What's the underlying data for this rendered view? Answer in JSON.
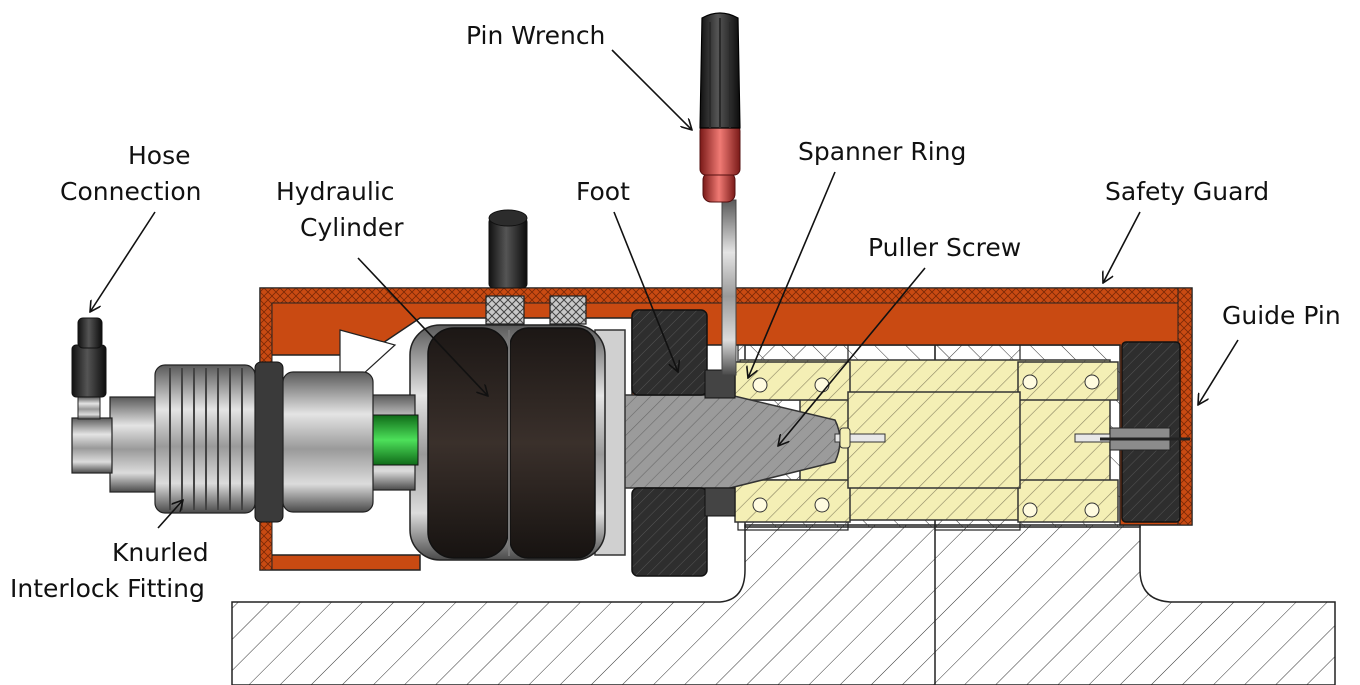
{
  "labels": {
    "pin_wrench": "Pin Wrench",
    "hose_connection_line1": "Hose",
    "hose_connection_line2": "Connection",
    "hydraulic_cylinder_line1": "Hydraulic",
    "hydraulic_cylinder_line2": "Cylinder",
    "foot": "Foot",
    "spanner_ring": "Spanner Ring",
    "safety_guard": "Safety Guard",
    "puller_screw": "Puller Screw",
    "guide_pin": "Guide Pin",
    "knurled_fitting_line1": "Knurled",
    "knurled_fitting_line2": "Interlock Fitting"
  },
  "colors": {
    "guard": "#c94a12",
    "guard_dark": "#8a2f08",
    "cylinder": "#2b2522",
    "puller": "#f4efb5",
    "steel": "#9a9a9a",
    "accent_green": "#1ea82b",
    "wrench_red": "#d8423d"
  }
}
